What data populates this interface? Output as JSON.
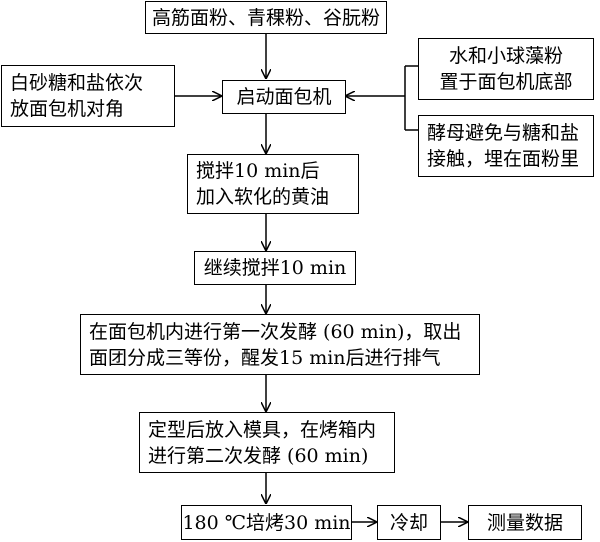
{
  "flow": {
    "ingredients": "高筋面粉、青稞粉、谷朊粉",
    "side_left_line1": "白砂糖和盐依次",
    "side_left_line2": "放面包机对角",
    "side_right_top_line1": "水和小球藻粉",
    "side_right_top_line2": "置于面包机底部",
    "side_right_bottom_line1": "酵母避免与糖和盐",
    "side_right_bottom_line2": "接触，埋在面粉里",
    "start_machine": "启动面包机",
    "stir1_line1": "搅拌10 min后",
    "stir1_line2": "加入软化的黄油",
    "stir2": "继续搅拌10 min",
    "ferment1_line1": "在面包机内进行第一次发酵 (60 min)，取出",
    "ferment1_line2": "面团分成三等份，醒发15 min后进行排气",
    "ferment2_line1": "定型后放入模具，在烤箱内",
    "ferment2_line2": "进行第二次发酵 (60 min)",
    "bake": "180 ℃培烤30 min",
    "cool": "冷却",
    "measure": "测量数据"
  }
}
